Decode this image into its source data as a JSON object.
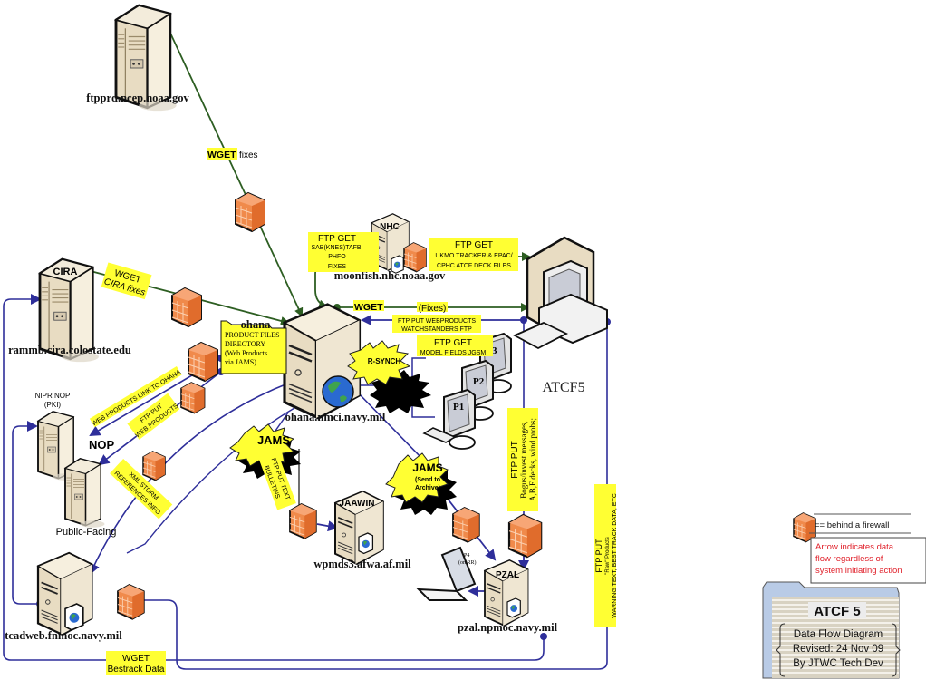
{
  "title": "ATCF 5 Data Flow Diagram",
  "colors": {
    "green_flow": "#2d5e22",
    "blue_flow": "#2e2e9a",
    "highlight": "#ffff33",
    "firewall": "#f08a4b",
    "server": "#e8dcc2",
    "note_red": "#e0202a"
  },
  "nodes": {
    "ftpprd": {
      "label": "ftpprd.ncep.noaa.gov"
    },
    "cira": {
      "badge": "CIRA",
      "label": "rammb.cira.colostate.edu"
    },
    "nhc": {
      "badge": "NHC",
      "label": "moonfish.nhc.noaa.gov"
    },
    "ohana": {
      "label": "ohana.nmci.navy.mil",
      "folder_tab": "ohana"
    },
    "atcf5": {
      "label": "ATCF5"
    },
    "nop": {
      "title_line1": "NIPR NOP",
      "title_line2": "(PKI)",
      "badge": "NOP",
      "public_label": "Public-Facing"
    },
    "tcadweb": {
      "label": "tcadweb.fnmoc.navy.mil"
    },
    "jaawin": {
      "badge": "JAAWIN",
      "label": "wpmds3.afwa.af.mil"
    },
    "pzal": {
      "badge": "PZAL",
      "label": "pzal.npmoc.navy.mil"
    },
    "p4": {
      "line1": "P4",
      "line2": "(on RR)"
    },
    "workstations": {
      "p1": "P1",
      "p2": "P2",
      "p3": "3"
    }
  },
  "folder": {
    "lines": [
      "PRODUCT FILES",
      "DIRECTORY",
      "(Web Products",
      "via JAMS)"
    ]
  },
  "bursts": {
    "rsynch": "R-SYNCH",
    "jams1": "JAMS",
    "jams2_title": "JAMS",
    "jams2_line1": "(Send to",
    "jams2_line2": "Archive)"
  },
  "flows": {
    "wget_fixes": {
      "bold": "WGET",
      "rest": "fixes"
    },
    "cira_wget": {
      "line1": "WGET",
      "line2": "CIRA fixes"
    },
    "nhc_ftp_get": {
      "title": "FTP GET",
      "line1": "SAB(KNES)TAFB,",
      "line2": "PHFO",
      "line3": "FIXES"
    },
    "ukmo_ftp_get": {
      "title": "FTP GET",
      "line1": "UKMO TRACKER & EPAC/",
      "line2": "CPHC ATCF DECK FILES"
    },
    "wget_ohana": {
      "bold": "WGET",
      "rest": "(Fixes)"
    },
    "ftp_put_web": {
      "line1": "FTP PUT WEBPRODUCTS",
      "line2": "WATCHSTANDERS FTP"
    },
    "model_fields": {
      "title": "FTP GET",
      "line1": "MODEL FIELDS JGSM"
    },
    "web_link_ohana": {
      "text": "WEB PRODUCTS LINK TO OHANA"
    },
    "ftp_put_web_products": {
      "line1": "FTP PUT",
      "line2": "WEB PRODUCTS"
    },
    "xml_storm": {
      "line1": "XML STORM",
      "line2": "REFERENCES INFO"
    },
    "ftp_put_bulletins": {
      "line1": "FTP PUT TEXT",
      "line2": "BULLETINS"
    },
    "ftp_put_bogus": {
      "title": "FTP PUT",
      "line1": "Bogus/invest messages,",
      "line2": "A,B,F decks, wind probs;"
    },
    "ftp_put_raw": {
      "title": "FTP PUT",
      "line1": "\"Raw\" Products",
      "line2": "WARNING TEXT, BEST TRACK DATA, ETC"
    },
    "wget_bestrack": {
      "line1": "WGET",
      "line2": "Bestrack Data"
    }
  },
  "legend": {
    "firewall_text": "== behind a firewall",
    "note_lines": [
      "Arrow indicates data",
      "flow regardless of",
      "system initiating action"
    ]
  },
  "title_block": {
    "heading": "ATCF 5",
    "lines": [
      "Data Flow Diagram",
      "Revised: 24 Nov 09",
      "By JTWC Tech Dev"
    ]
  }
}
